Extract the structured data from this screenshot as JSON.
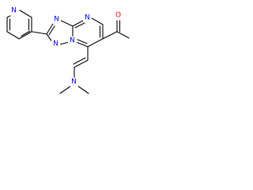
{
  "molecule": {
    "colors": {
      "bond": "#000000",
      "nitrogen": "#0000ff",
      "oxygen": "#ff0000",
      "carbon": "#000000"
    },
    "atoms": {
      "n_pyridine": {
        "element": "N",
        "label": "N"
      },
      "n_triazole_top": {
        "element": "N",
        "label": "N"
      },
      "n_pyrimidine": {
        "element": "N",
        "label": "N"
      },
      "n_triazole_left": {
        "element": "N",
        "label": "N"
      },
      "n_bridge": {
        "element": "N",
        "label": "N"
      },
      "o_carbonyl": {
        "element": "O",
        "label": "O"
      },
      "n_amine": {
        "element": "N",
        "label": "N"
      }
    }
  }
}
